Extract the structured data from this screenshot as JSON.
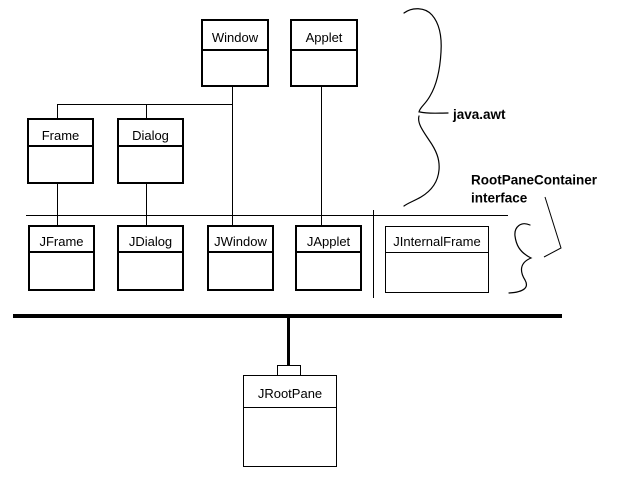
{
  "colors": {
    "background": "#ffffff",
    "ink": "#000000"
  },
  "classes": {
    "window": "Window",
    "applet": "Applet",
    "frame": "Frame",
    "dialog": "Dialog",
    "jframe": "JFrame",
    "jdialog": "JDialog",
    "jwindow": "JWindow",
    "japplet": "JApplet",
    "jinternalframe": "JInternalFrame",
    "jrootpane": "JRootPane"
  },
  "annotations": {
    "package_label": "java.awt",
    "interface_name": "RootPaneContainer",
    "interface_word": "interface"
  }
}
